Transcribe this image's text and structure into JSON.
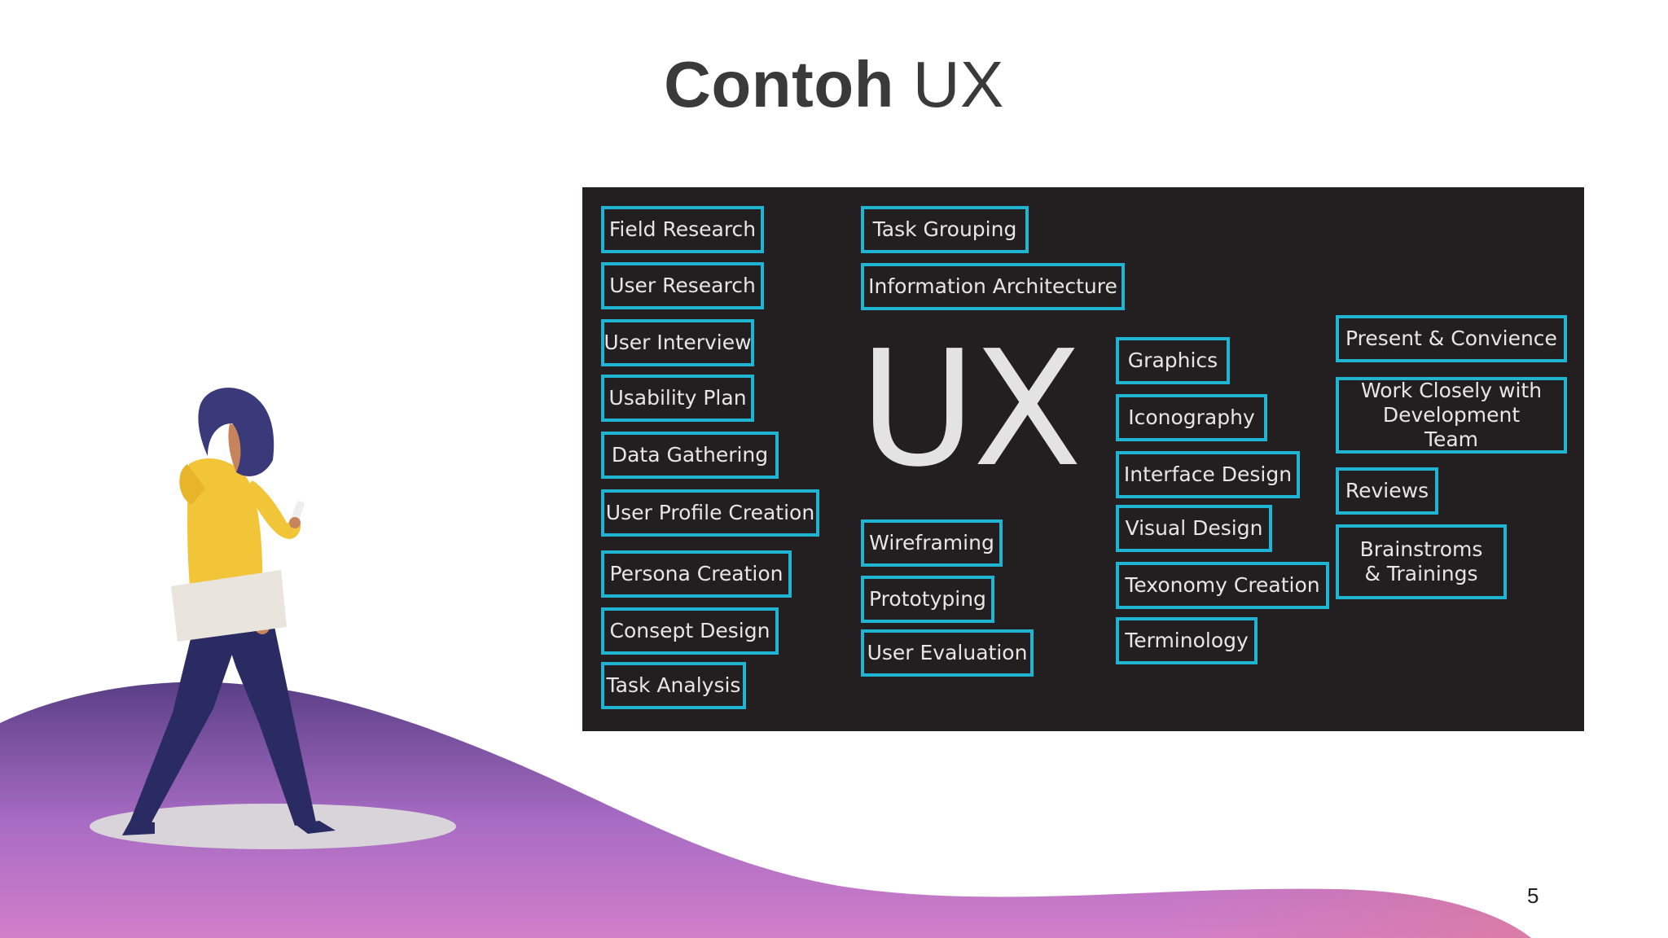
{
  "title": {
    "bold": "Contoh",
    "light": "UX"
  },
  "page_number": "5",
  "panel": {
    "center_text": "UX",
    "column1": [
      "Field Research",
      "User Research",
      "User Interview",
      "Usability Plan",
      "Data Gathering",
      "User Profile Creation",
      "Persona Creation",
      "Consept Design",
      "Task Analysis"
    ],
    "column2_top": [
      "Task Grouping",
      "Information Architecture"
    ],
    "column2_bottom": [
      "Wireframing",
      "Prototyping",
      "User Evaluation"
    ],
    "column3": [
      "Graphics",
      "Iconography",
      "Interface Design",
      "Visual Design",
      "Texonomy Creation",
      "Terminology"
    ],
    "column4": [
      "Present & Convience",
      "Work Closely with Development Team",
      "Reviews",
      "Brainstroms & Trainings"
    ]
  },
  "colors": {
    "panel_bg": "#231f20",
    "tag_border": "#1fb5d2",
    "wave_purple": "#6b4a9a",
    "wave_pink": "#c77ed0",
    "title": "#3a3a3a"
  },
  "illustration": {
    "name": "walking-woman-with-phone"
  }
}
